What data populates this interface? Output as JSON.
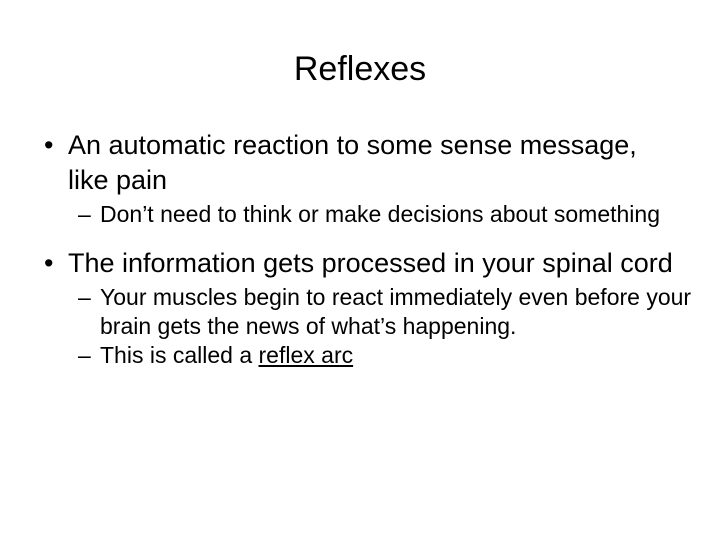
{
  "slide": {
    "title": "Reflexes",
    "background_color": "#ffffff",
    "text_color": "#000000",
    "bullet_marker_level1": "•",
    "bullet_marker_level2": "–",
    "groups": [
      {
        "main": "An automatic reaction to some sense message, like pain",
        "subs": [
          {
            "text": "Don’t need to think or make decisions about something",
            "underlined": ""
          }
        ]
      },
      {
        "main": "The information gets processed in your spinal cord",
        "subs": [
          {
            "text": "Your muscles begin to react immediately even before your brain gets the news of what’s happening.",
            "underlined": ""
          },
          {
            "text": "This is called a ",
            "underlined": "reflex arc"
          }
        ]
      }
    ]
  }
}
